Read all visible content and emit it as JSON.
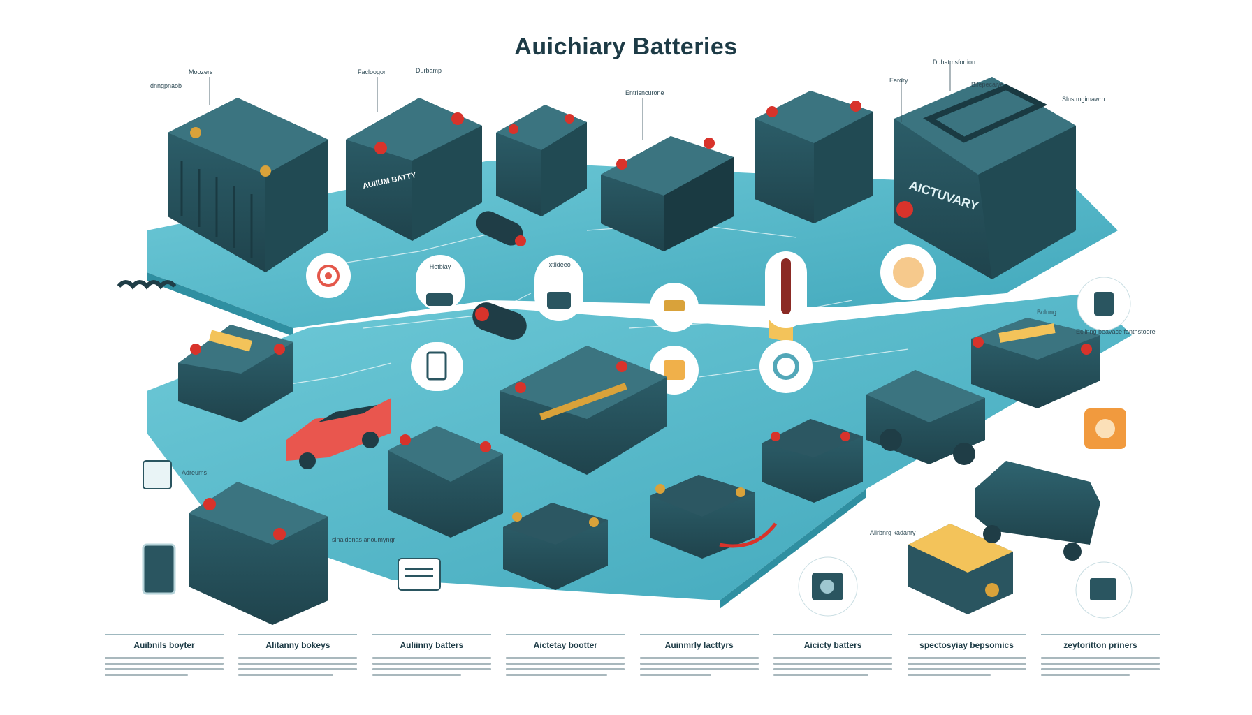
{
  "title": "Auichiary Batteries",
  "colors": {
    "platform": "#4eb7c9",
    "platform_dark": "#2f8fa1",
    "battery_body": "#2a5560",
    "battery_top": "#3b7480",
    "terminal_red": "#d8332b",
    "terminal_gold": "#d9a23a",
    "title": "#1d3b46"
  },
  "battery_labels": {
    "b2": "AUIIUM BATTY",
    "b6": "AICTUVARY"
  },
  "callouts": {
    "c1": "Moozers",
    "c2": "dnngpnaob",
    "c3": "Facloogor",
    "c4": "Durbamp",
    "c5": "Entrisncurone",
    "c6": "Duhatmsfortion",
    "c7": "Bifepecaive",
    "c8": "Slustmgimawrn",
    "c9": "Eardry",
    "c10": "Bolnng",
    "c11": "Adreums",
    "c12": "Aiirbnrg kadanry",
    "c13": "sinaldenas anoumyngr",
    "c14": "Ecilnng beavace fanthstoore"
  },
  "icon_bubbles": {
    "b1": "Hetblay",
    "b2": "Ixtlideeo"
  },
  "captions": [
    {
      "title": "Auibnils boyter"
    },
    {
      "title": "Alitanny bokeys"
    },
    {
      "title": "Auliinny batters"
    },
    {
      "title": "Aictetay bootter"
    },
    {
      "title": "Auinmrly lacttyrs"
    },
    {
      "title": "Aicicty batters"
    },
    {
      "title": "spectosyiay bepsomics"
    },
    {
      "title": "zeytoritton priners"
    }
  ]
}
